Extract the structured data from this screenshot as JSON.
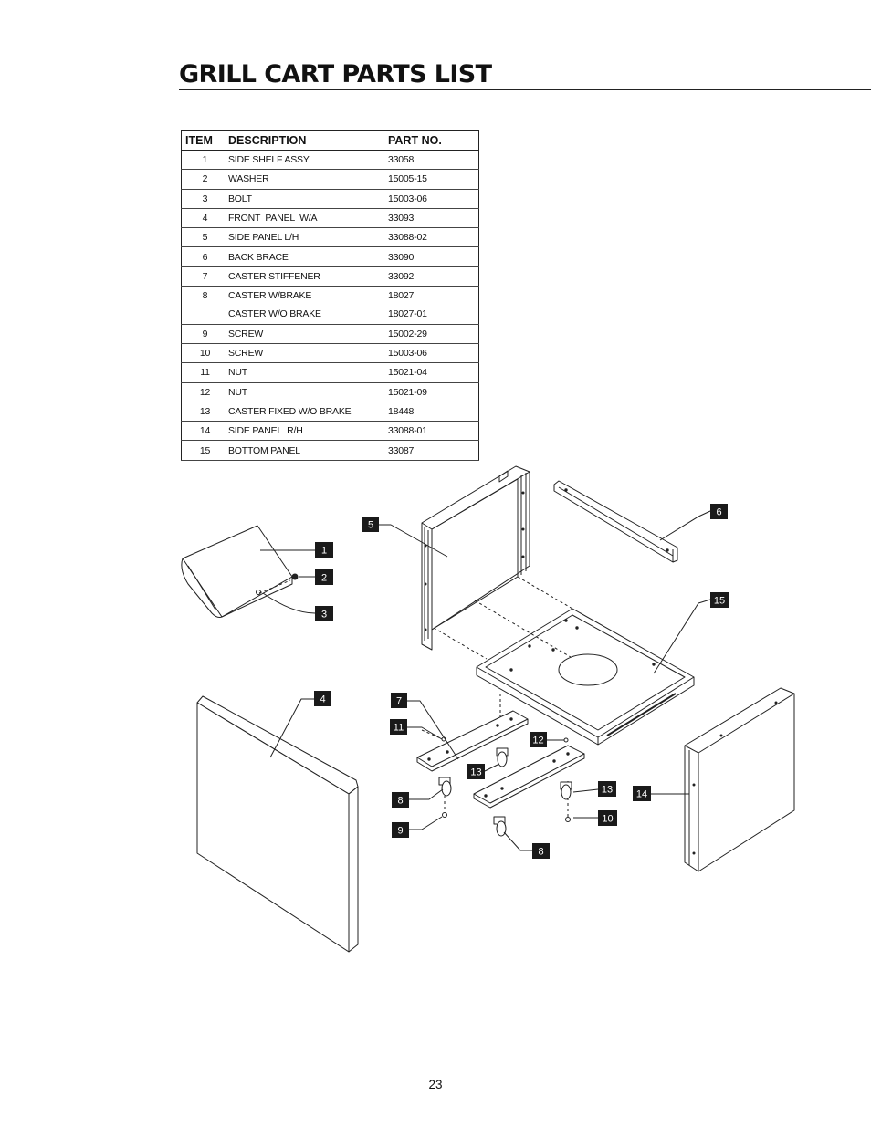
{
  "page": {
    "title": "GRILL CART PARTS LIST",
    "page_number": "23"
  },
  "parts_table": {
    "headers": {
      "item": "ITEM",
      "description": "DESCRIPTION",
      "part_no": "PART NO."
    },
    "rows": [
      {
        "item": "1",
        "description": "SIDE SHELF ASSY",
        "part_no": "33058"
      },
      {
        "item": "2",
        "description": "WASHER",
        "part_no": "15005-15"
      },
      {
        "item": "3",
        "description": "BOLT",
        "part_no": "15003-06"
      },
      {
        "item": "4",
        "description": "FRONT  PANEL  W/A",
        "part_no": "33093"
      },
      {
        "item": "5",
        "description": "SIDE PANEL L/H",
        "part_no": "33088-02"
      },
      {
        "item": "6",
        "description": "BACK BRACE",
        "part_no": "33090"
      },
      {
        "item": "7",
        "description": "CASTER STIFFENER",
        "part_no": "33092"
      },
      {
        "item": "8",
        "description": "CASTER W/BRAKE",
        "part_no": "18027",
        "description_2": "CASTER W/O BRAKE",
        "part_no_2": "18027-01"
      },
      {
        "item": "9",
        "description": "SCREW",
        "part_no": "15002-29"
      },
      {
        "item": "10",
        "description": "SCREW",
        "part_no": "15003-06"
      },
      {
        "item": "11",
        "description": "NUT",
        "part_no": "15021-04"
      },
      {
        "item": "12",
        "description": "NUT",
        "part_no": "15021-09"
      },
      {
        "item": "13",
        "description": "CASTER FIXED W/O BRAKE",
        "part_no": "18448"
      },
      {
        "item": "14",
        "description": "SIDE PANEL  R/H",
        "part_no": "33088-01"
      },
      {
        "item": "15",
        "description": "BOTTOM PANEL",
        "part_no": "33087"
      }
    ]
  },
  "diagram": {
    "callouts": {
      "c1": "1",
      "c2": "2",
      "c3": "3",
      "c4": "4",
      "c5": "5",
      "c6": "6",
      "c7": "7",
      "c8a": "8",
      "c8b": "8",
      "c9": "9",
      "c10": "10",
      "c11": "11",
      "c12": "12",
      "c13a": "13",
      "c13b": "13",
      "c14": "14",
      "c15": "15"
    }
  }
}
